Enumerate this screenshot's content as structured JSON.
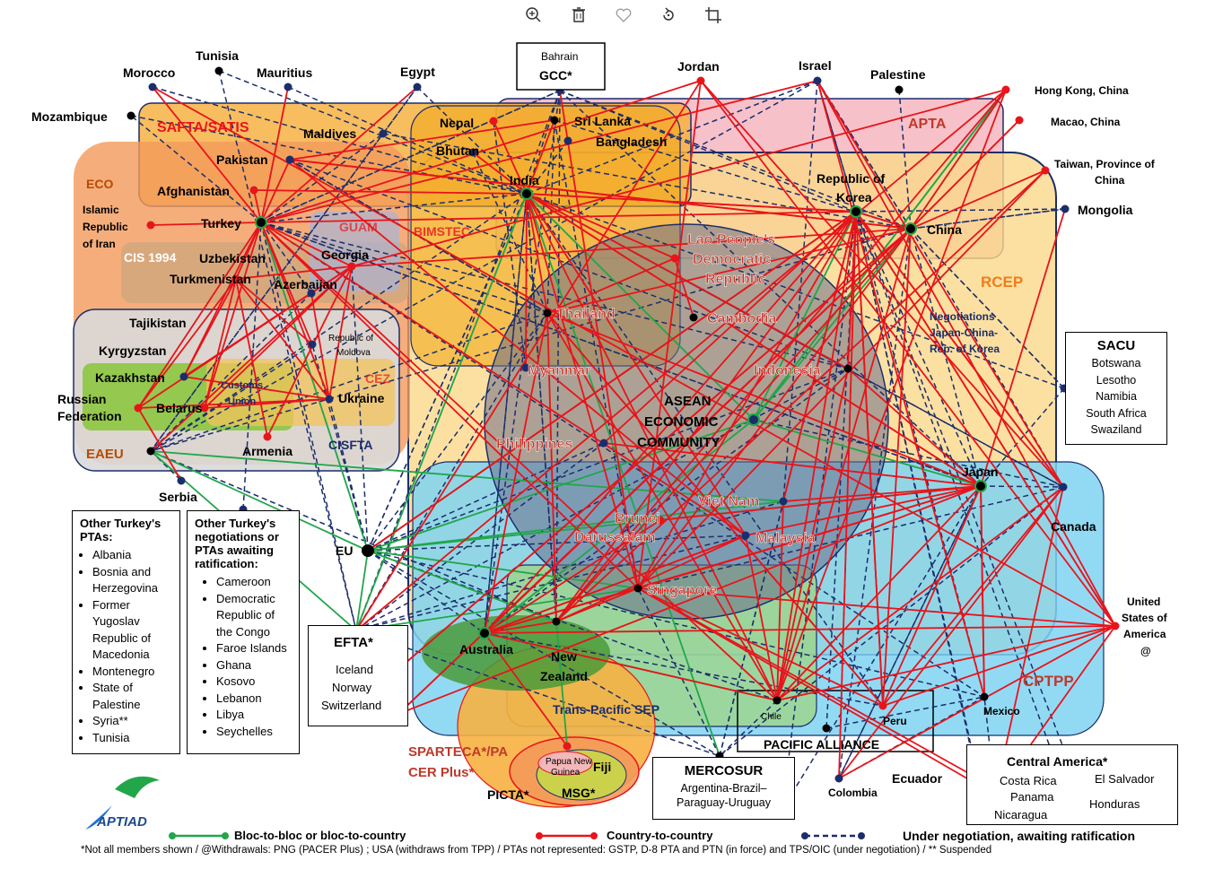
{
  "toolbar": {
    "buttons": [
      {
        "name": "zoom-in-icon"
      },
      {
        "name": "trash-icon"
      },
      {
        "name": "heart-icon"
      },
      {
        "name": "rotate-icon"
      },
      {
        "name": "crop-icon"
      }
    ]
  },
  "blocs": {
    "safta": "SAFTA/SATIS",
    "apta": "APTA",
    "eco": "ECO",
    "guam": "GUAM",
    "bimstec": "BIMSTEC",
    "cis1994": "CIS 1994",
    "cez": "CEZ",
    "customs_union": "Customs\nUnion",
    "eaeu": "EAEU",
    "cisfta": "CISFTA",
    "rcep": "RCEP",
    "cptpp": "CPTPP",
    "trans_pacific_sep": "Trans-Pacific SEP",
    "pacific_alliance": "PACIFIC ALLIANCE",
    "sparteca_line1": "SPARTECA*/PA",
    "sparteca_line2": "CER Plus*",
    "picta": "PICTA*",
    "msg": "MSG*",
    "asean": [
      "ASEAN",
      "ECONOMIC",
      "COMMUNITY"
    ],
    "negotiations": [
      "Negotiations",
      "Japan-China-",
      "Rep. of Korea"
    ]
  },
  "countries": {
    "tunisia": "Tunisia",
    "morocco": "Morocco",
    "mauritius": "Mauritius",
    "egypt": "Egypt",
    "jordan": "Jordan",
    "israel": "Israel",
    "palestine": "Palestine",
    "hong_kong": "Hong Kong, China",
    "macao": "Macao, China",
    "taiwan": [
      "Taiwan, Province of",
      "China"
    ],
    "mongolia": "Mongolia",
    "mozambique": "Mozambique",
    "maldives": "Maldives",
    "pakistan": "Pakistan",
    "afghanistan": "Afghanistan",
    "iran": [
      "Islamic",
      "Republic",
      "of Iran"
    ],
    "turkey": "Turkey",
    "uzbekistan": "Uzbekistan",
    "georgia": "Georgia",
    "turkmenistan": "Turkmenistan",
    "azerbaijan": "Azerbaijan",
    "tajikistan": "Tajikistan",
    "kyrgyzstan": "Kyrgyzstan",
    "moldova": [
      "Republic of",
      "Moldova"
    ],
    "kazakhstan": "Kazakhstan",
    "russia": [
      "Russian",
      "Federation"
    ],
    "belarus": "Belarus",
    "ukraine": "Ukraine",
    "armenia": "Armenia",
    "serbia": "Serbia",
    "nepal": "Nepal",
    "bhutan": "Bhutan",
    "sri_lanka": "Sri Lanka",
    "bangladesh": "Bangladesh",
    "india": "India",
    "korea": [
      "Republic of",
      "Korea"
    ],
    "china": "China",
    "lao": [
      "Lao People's",
      "Democratic",
      "Republic"
    ],
    "thailand": "Thailand",
    "cambodia": "Cambodia",
    "myanmar": "Myanmar",
    "indonesia": "Indonesia",
    "philippines": "Philippines",
    "viet_nam": "Viet Nam",
    "brunei": [
      "Brunei",
      "Darussalam"
    ],
    "malaysia": "Malaysia",
    "singapore": "Singapore",
    "japan": "Japan",
    "canada": "Canada",
    "usa": [
      "United",
      "States of",
      "America",
      "@"
    ],
    "eu": "EU",
    "australia": "Australia",
    "new_zealand": [
      "New",
      "Zealand"
    ],
    "chile": "Chile",
    "peru": "Peru",
    "mexico": "Mexico",
    "colombia": "Colombia",
    "ecuador": "Ecuador",
    "png": [
      "Papua New",
      "Guinea"
    ],
    "fiji": "Fiji"
  },
  "gcc": {
    "title": "GCC*",
    "member": "Bahrain"
  },
  "sacu": {
    "title": "SACU",
    "members": [
      "Botswana",
      "Lesotho",
      "Namibia",
      "South Africa",
      "Swaziland"
    ]
  },
  "efta": {
    "title": "EFTA*",
    "members": [
      "Iceland",
      "Norway",
      "Switzerland"
    ]
  },
  "mercosur": {
    "title": "MERCOSUR",
    "members": [
      "Argentina-Brazil–",
      "Paraguay-Uruguay"
    ]
  },
  "central_america": {
    "title": "Central America*",
    "members": [
      "Costa Rica",
      "El Salvador",
      "Panama",
      "Honduras",
      "Nicaragua"
    ]
  },
  "turkey_ptas": {
    "title": "Other Turkey's PTAs:",
    "items": [
      "Albania",
      "Bosnia and Herzegovina",
      "Former Yugoslav Republic of Macedonia",
      "Montenegro",
      "State of Palestine",
      "Syria**",
      "Tunisia"
    ]
  },
  "turkey_negotiations": {
    "title": "Other Turkey's negotiations or PTAs awaiting ratification:",
    "items": [
      "Cameroon",
      "Democratic Republic of the Congo",
      "Faroe Islands",
      "Ghana",
      "Kosovo",
      "Lebanon",
      "Libya",
      "Seychelles"
    ]
  },
  "legend": {
    "bloc": "Bloc-to-bloc or bloc-to-country",
    "country": "Country-to-country",
    "negotiation": "Under negotiation, awaiting ratification"
  },
  "logo": "APTIAD",
  "footnote": "*Not all members shown / @Withdrawals: PNG (PACER Plus) ; USA (withdraws from TPP) / PTAs not represented: GSTP, D-8 PTA and PTN (in force) and TPS/OIC (under negotiation) / ** Suspended",
  "colors": {
    "red": "#e8141b",
    "green": "#21a64a",
    "navy": "#1b2d6b",
    "safta_fill": "#f7b143",
    "apta_fill": "#f4b6bf",
    "rcep_fill": "#fbd88a",
    "cptpp_fill": "#7fd3f2",
    "eco_fill": "#f39a5a",
    "asean_fill": "#6a6e8a"
  }
}
